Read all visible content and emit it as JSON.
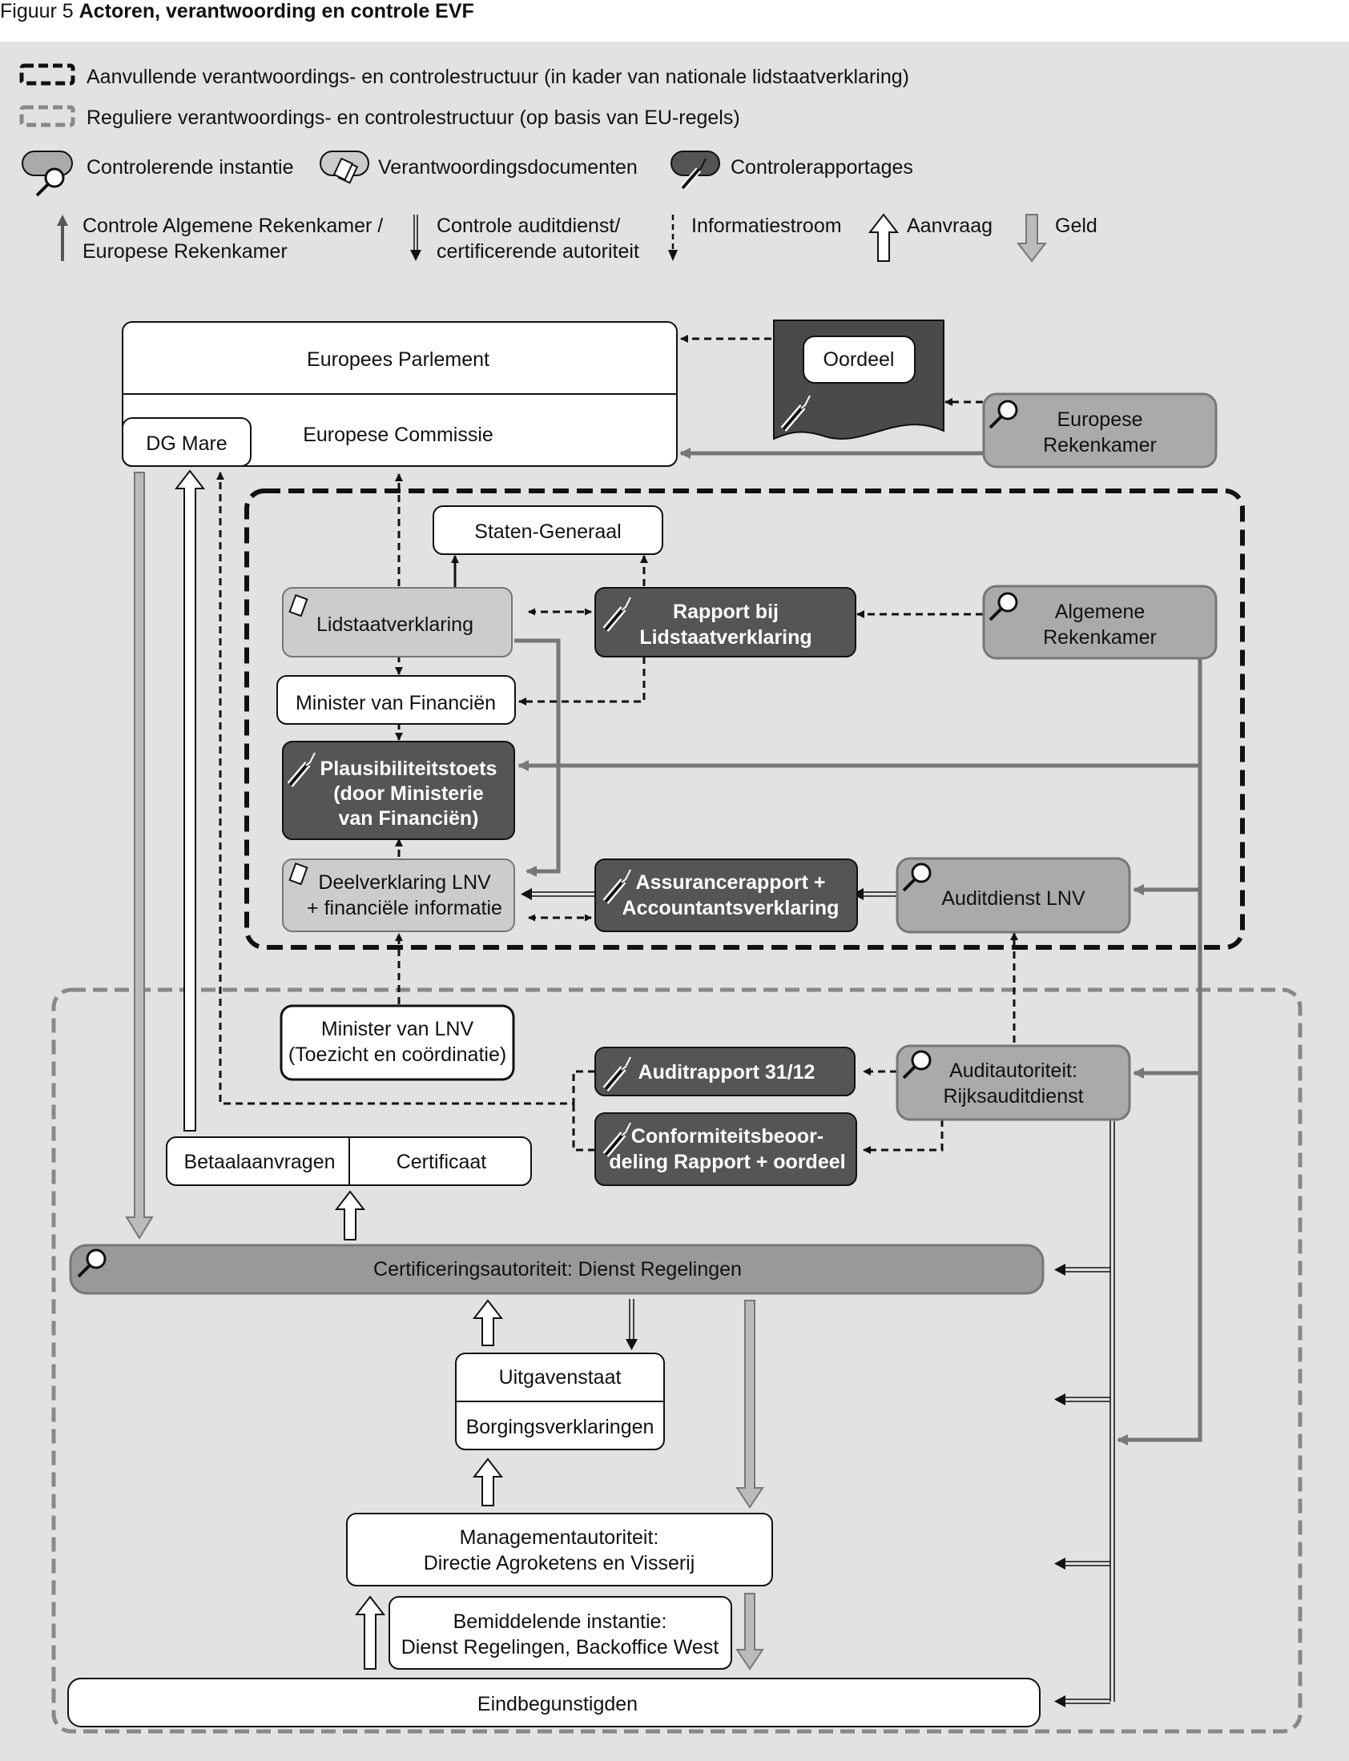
{
  "figure": {
    "prefix": "Figuur 5",
    "title": "Actoren, verantwoording en controle EVF"
  },
  "legend": {
    "additional": "Aanvullende verantwoordings- en controlestructuur (in kader van nationale lidstaatverklaring)",
    "regular": "Reguliere verantwoordings- en controlestructuur (op basis van EU-regels)",
    "controlling": "Controlerende instantie",
    "documents": "Verantwoordingsdocumenten",
    "reports": "Controlerapportages",
    "arrow_ar_1": "Controle Algemene Rekenkamer /",
    "arrow_ar_2": "Europese Rekenkamer",
    "arrow_audit_1": "Controle auditdienst/",
    "arrow_audit_2": "certificerende autoriteit",
    "info": "Informatiestroom",
    "request": "Aanvraag",
    "money": "Geld"
  },
  "nodes": {
    "ep": "Europees Parlement",
    "ec": "Europese Commissie",
    "dgmare": "DG Mare",
    "oordeel": "Oordeel",
    "era_1": "Europese",
    "era_2": "Rekenkamer",
    "sg": "Staten-Generaal",
    "lsv": "Lidstaatverklaring",
    "rbl_1": "Rapport bij",
    "rbl_2": "Lidstaatverklaring",
    "ar_1": "Algemene",
    "ar_2": "Rekenkamer",
    "mvf": "Minister van Financiën",
    "pt_1": "Plausibiliteitstoets",
    "pt_2": "(door Ministerie",
    "pt_3": "van Financiën)",
    "dv_1": "Deelverklaring LNV",
    "dv_2": "+ financiële informatie",
    "ass_1": "Assurancerapport +",
    "ass_2": "Accountantsverklaring",
    "adl": "Auditdienst LNV",
    "mlnv_1": "Minister van LNV",
    "mlnv_2": "(Toezicht en coördinatie)",
    "atr": "Auditrapport 31/12",
    "aa_1": "Auditautoriteit:",
    "aa_2": "Rijksauditdienst",
    "conf_1": "Conformiteitsbeoor-",
    "conf_2": "deling Rapport + oordeel",
    "betaal": "Betaalaanvragen",
    "cert": "Certificaat",
    "ca": "Certificeringsautoriteit: Dienst Regelingen",
    "uitg": "Uitgavenstaat",
    "borg": "Borgingsverklaringen",
    "ma_1": "Managementautoriteit:",
    "ma_2": "Directie Agroketens en Visserij",
    "bi_1": "Bemiddelende instantie:",
    "bi_2": "Dienst Regelingen, Backoffice West",
    "eind": "Eindbegunstigden"
  }
}
